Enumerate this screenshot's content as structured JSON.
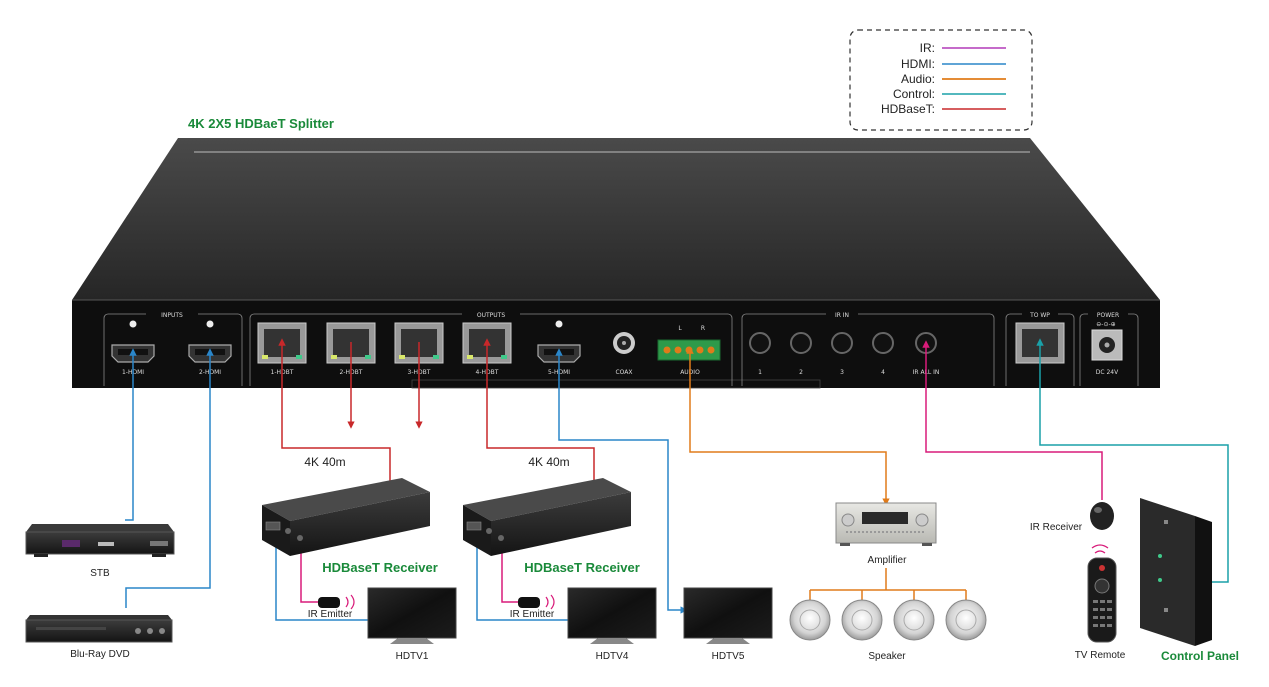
{
  "title": "4K 2X5 HDBaeT Splitter",
  "legend": {
    "items": [
      {
        "label": "IR:",
        "color": "#b23ab8"
      },
      {
        "label": "HDMI:",
        "color": "#2a86c9"
      },
      {
        "label": "Audio:",
        "color": "#e07b1a"
      },
      {
        "label": "Control:",
        "color": "#1aa0a8"
      },
      {
        "label": "HDBaseT:",
        "color": "#c8282a"
      }
    ]
  },
  "panel": {
    "groups": {
      "inputs": "INPUTS",
      "outputs": "OUTPUTS",
      "ir_in": "IR IN",
      "to_wp": "TO WP",
      "power": "POWER"
    },
    "ports": {
      "hdmi1": "1-HDMI",
      "hdmi2": "2-HDMI",
      "hdbt1": "1-HDBT",
      "hdbt2": "2-HDBT",
      "hdbt3": "3-HDBT",
      "hdbt4": "4-HDBT",
      "hdmi5": "5-HDMI",
      "coax": "COAX",
      "audio": "AUDIO",
      "ir1": "1",
      "ir2": "2",
      "ir3": "3",
      "ir4": "4",
      "irall": "IR ALL IN",
      "dc": "DC 24V",
      "audio_l": "L",
      "audio_r": "R"
    }
  },
  "devices": {
    "stb": "STB",
    "bluray": "Blu-Ray DVD",
    "receiver1_distance": "4K 40m",
    "receiver2_distance": "4K 40m",
    "receiver1": "HDBaseT Receiver",
    "receiver2": "HDBaseT Receiver",
    "ir_emitter1": "IR Emitter",
    "ir_emitter2": "IR Emitter",
    "hdtv1": "HDTV1",
    "hdtv4": "HDTV4",
    "hdtv5": "HDTV5",
    "amplifier": "Amplifier",
    "speaker": "Speaker",
    "ir_receiver": "IR Receiver",
    "tv_remote": "TV Remote",
    "control_panel": "Control Panel"
  },
  "colors": {
    "ir": "#b23ab8",
    "ir_magenta": "#d81b7a",
    "hdmi": "#2a86c9",
    "audio": "#e07b1a",
    "control": "#1aa0a8",
    "hdbaset": "#c8282a",
    "title_green": "#1a8a3a"
  }
}
